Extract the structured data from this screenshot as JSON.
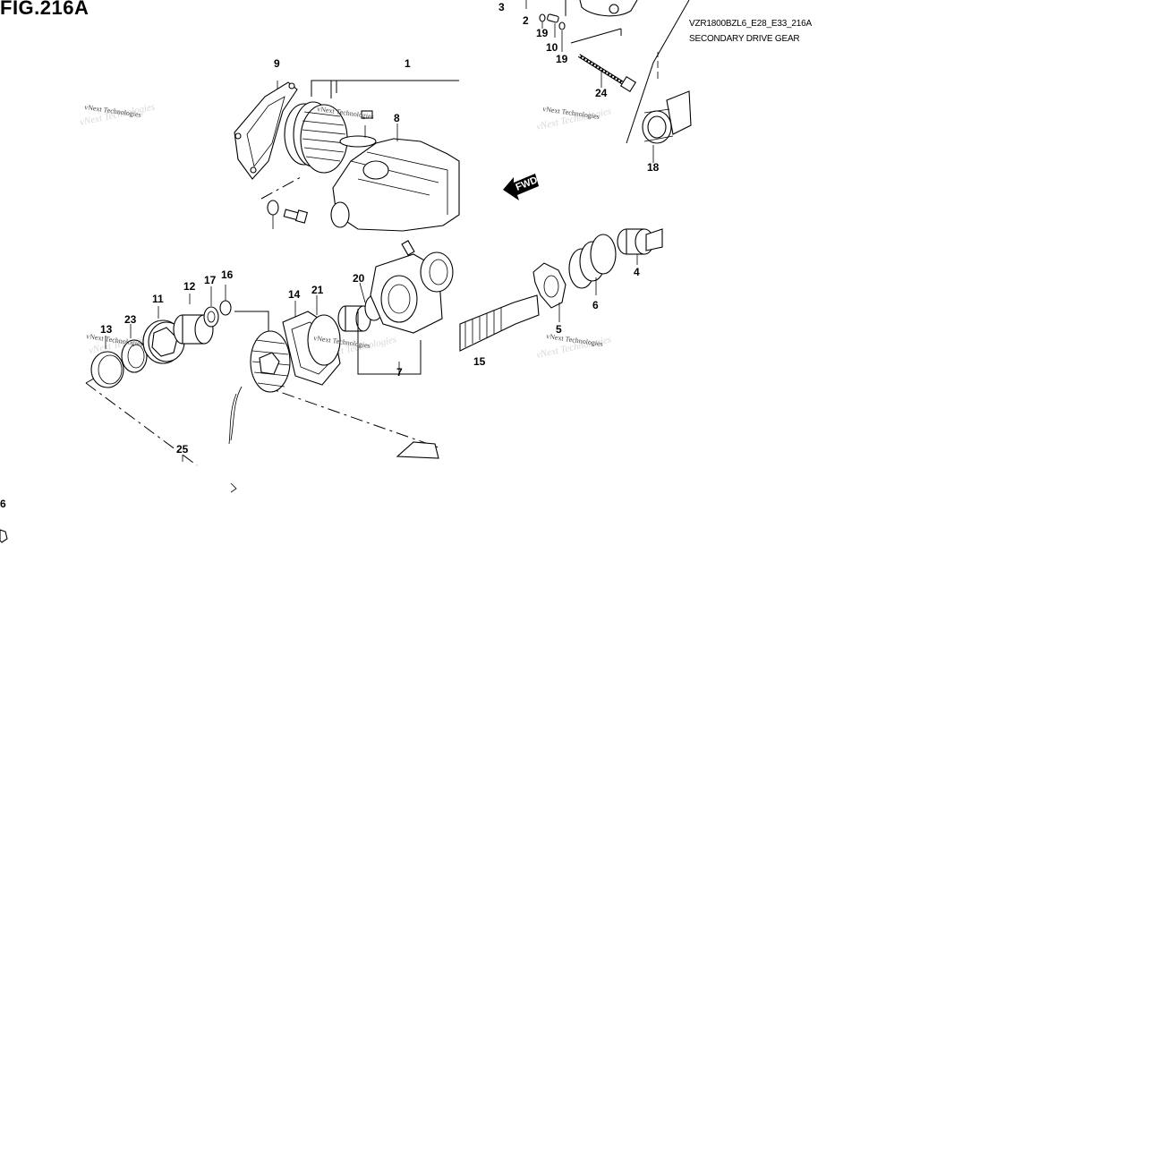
{
  "figure": {
    "title": "FIG.216A",
    "model_code": "VZR1800BZL6_E28_E33_216A",
    "section_name": "SECONDARY DRIVE GEAR",
    "direction_label": "FWD",
    "watermark": "vNext Technologies"
  },
  "callouts": {
    "c1": "1",
    "c2": "2",
    "c3": "3",
    "c4": "4",
    "c5": "5",
    "c6": "6",
    "c7": "7",
    "c8": "8",
    "c9": "9",
    "c10": "10",
    "c11": "11",
    "c12": "12",
    "c13": "13",
    "c14": "14",
    "c15": "15",
    "c16": "16",
    "c17": "17",
    "c18": "18",
    "c19a": "19",
    "c19b": "19",
    "c20": "20",
    "c21": "21",
    "c23": "23",
    "c24": "24",
    "c25": "25",
    "c26": "6"
  }
}
